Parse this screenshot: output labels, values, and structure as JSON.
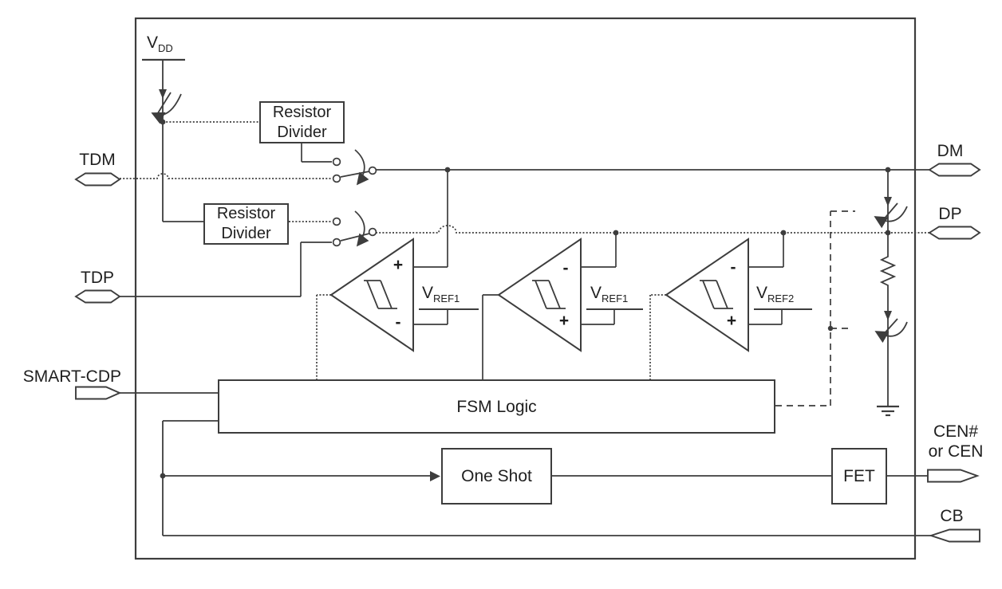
{
  "colors": {
    "line": "#3d3d3d",
    "text": "#1f1f1f",
    "background": "#ffffff"
  },
  "power_rail": {
    "label_base": "V",
    "label_sub": "DD"
  },
  "pins": {
    "tdm": {
      "label": "TDM"
    },
    "tdp": {
      "label": "TDP"
    },
    "smart_cdp": {
      "label": "SMART-CDP"
    },
    "dm": {
      "label": "DM"
    },
    "dp": {
      "label": "DP"
    },
    "cen": {
      "label_line1": "CEN#",
      "label_line2": "or CEN"
    },
    "cb": {
      "label": "CB"
    }
  },
  "blocks": {
    "resistor_divider_top": {
      "line1": "Resistor",
      "line2": "Divider"
    },
    "resistor_divider_bottom": {
      "line1": "Resistor",
      "line2": "Divider"
    },
    "fsm": {
      "label": "FSM Logic"
    },
    "one_shot": {
      "label": "One Shot"
    },
    "fet": {
      "label": "FET"
    }
  },
  "comparators": {
    "comp1": {
      "top_sign": "+",
      "bottom_sign": "-",
      "ref_base": "V",
      "ref_sub": "REF1"
    },
    "comp2": {
      "top_sign": "-",
      "bottom_sign": "+",
      "ref_base": "V",
      "ref_sub": "REF1"
    },
    "comp3": {
      "top_sign": "-",
      "bottom_sign": "+",
      "ref_base": "V",
      "ref_sub": "REF2"
    }
  }
}
